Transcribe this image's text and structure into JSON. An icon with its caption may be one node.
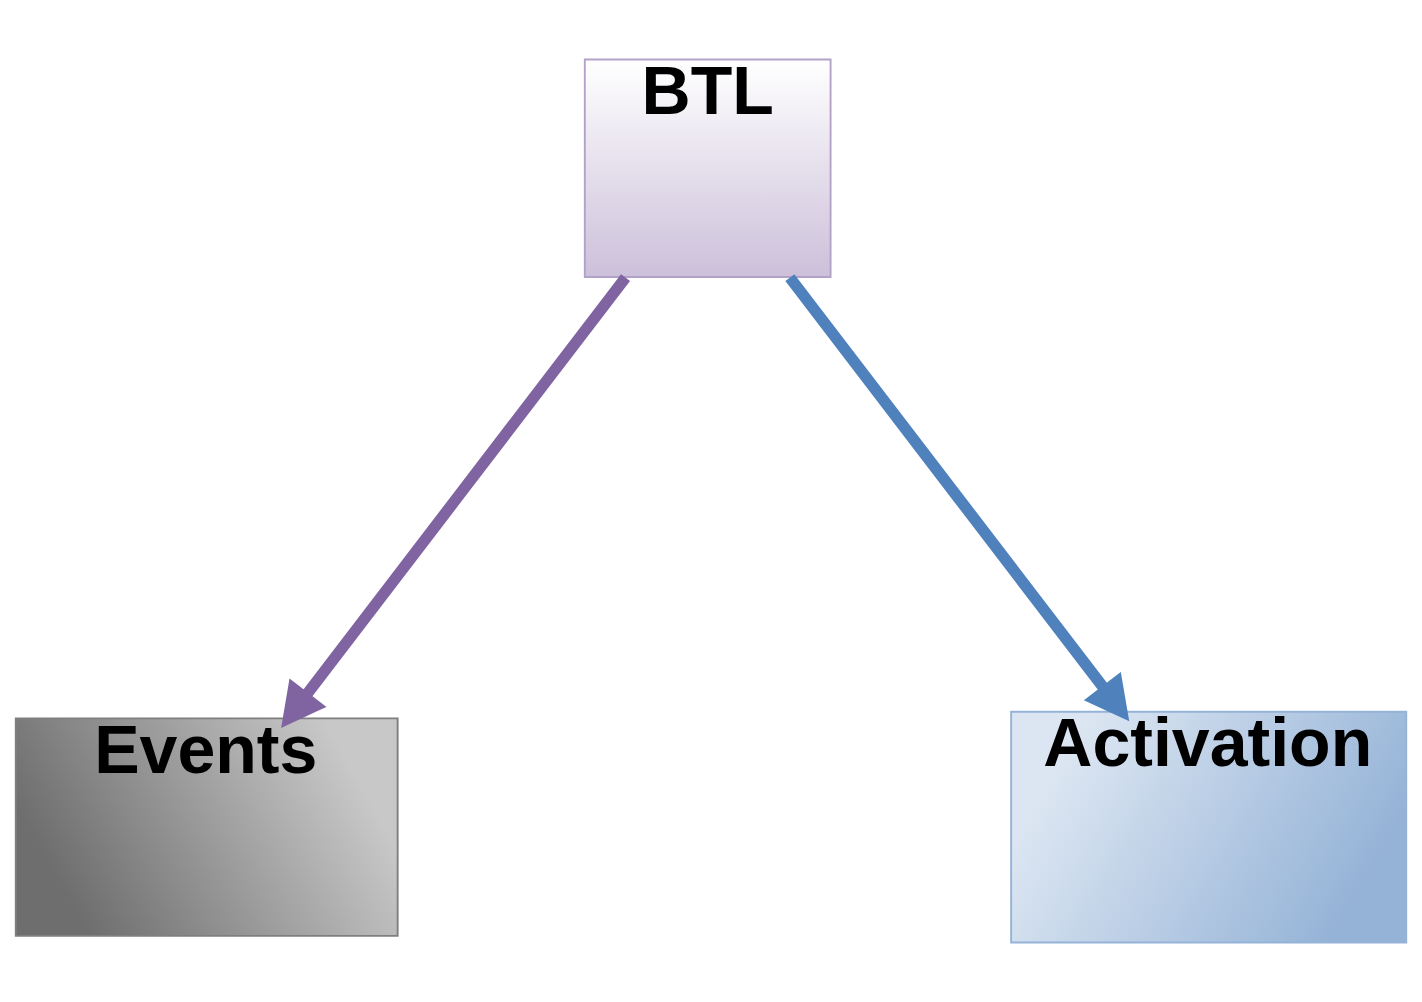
{
  "diagram": {
    "nodes": [
      {
        "text": [
          "BTL"
        ]
      },
      {
        "text": [
          "Events"
        ]
      },
      {
        "text": [
          "Activation"
        ]
      }
    ],
    "edges": [
      {
        "from": 0,
        "to": 1,
        "arrow": "to",
        "color": "#8064a2"
      },
      {
        "from": 0,
        "to": 2,
        "arrow": "to",
        "color": "#4f81bd"
      }
    ]
  }
}
